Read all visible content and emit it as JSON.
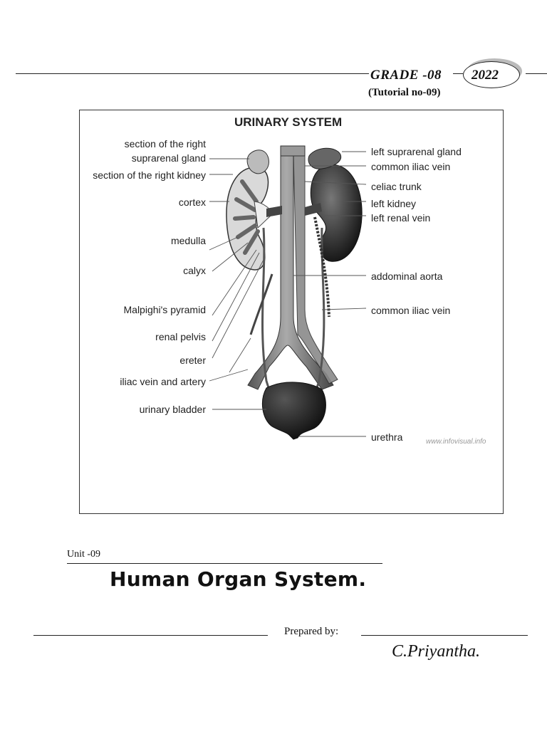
{
  "header": {
    "grade_label": "GRADE -08",
    "year": "2022",
    "tutorial": "(Tutorial no-09)"
  },
  "diagram": {
    "title": "URINARY SYSTEM",
    "left_labels": [
      "section of the right",
      "suprarenal gland",
      "section of the right kidney",
      "cortex",
      "medulla",
      "calyx",
      "Malpighi's pyramid",
      "renal pelvis",
      "ereter",
      "iliac vein and artery",
      "urinary bladder"
    ],
    "right_labels": [
      "left suprarenal gland",
      "common iliac vein",
      "celiac trunk",
      "left kidney",
      "left renal vein",
      "addominal aorta",
      "common iliac vein",
      "urethra"
    ],
    "watermark": "www.infovisual.info"
  },
  "unit": "Unit -09",
  "title": "Human Organ System.",
  "prepared_by": "Prepared by:",
  "author": "C.Priyantha."
}
